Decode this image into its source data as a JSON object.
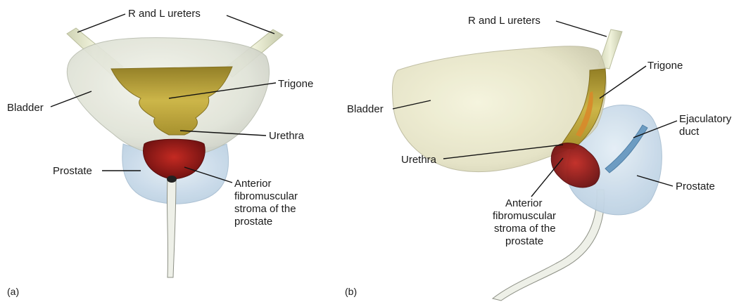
{
  "panel_a": {
    "panel_label": "(a)",
    "labels": {
      "ureters": "R and L ureters",
      "bladder": "Bladder",
      "trigone": "Trigone",
      "urethra": "Urethra",
      "prostate": "Prostate",
      "afs_line1": "Anterior",
      "afs_line2": "fibromuscular",
      "afs_line3": "stroma of the",
      "afs_line4": "prostate"
    }
  },
  "panel_b": {
    "panel_label": "(b)",
    "labels": {
      "ureters": "R and L ureters",
      "trigone": "Trigone",
      "bladder": "Bladder",
      "ejac_line1": "Ejaculatory",
      "ejac_line2": "duct",
      "urethra": "Urethra",
      "prostate": "Prostate",
      "afs_line1": "Anterior",
      "afs_line2": "fibromuscular",
      "afs_line3": "stroma of the",
      "afs_line4": "prostate"
    }
  },
  "colors": {
    "bladder": "#e6e9dc",
    "prostate": "#c9dcea",
    "trigone": "#b8a030",
    "stroma": "#8e1a1a",
    "ureter": "#e9ecd2",
    "ejaculatory_duct": "#7aa6c8",
    "urethra_inner": "#d8892a"
  }
}
